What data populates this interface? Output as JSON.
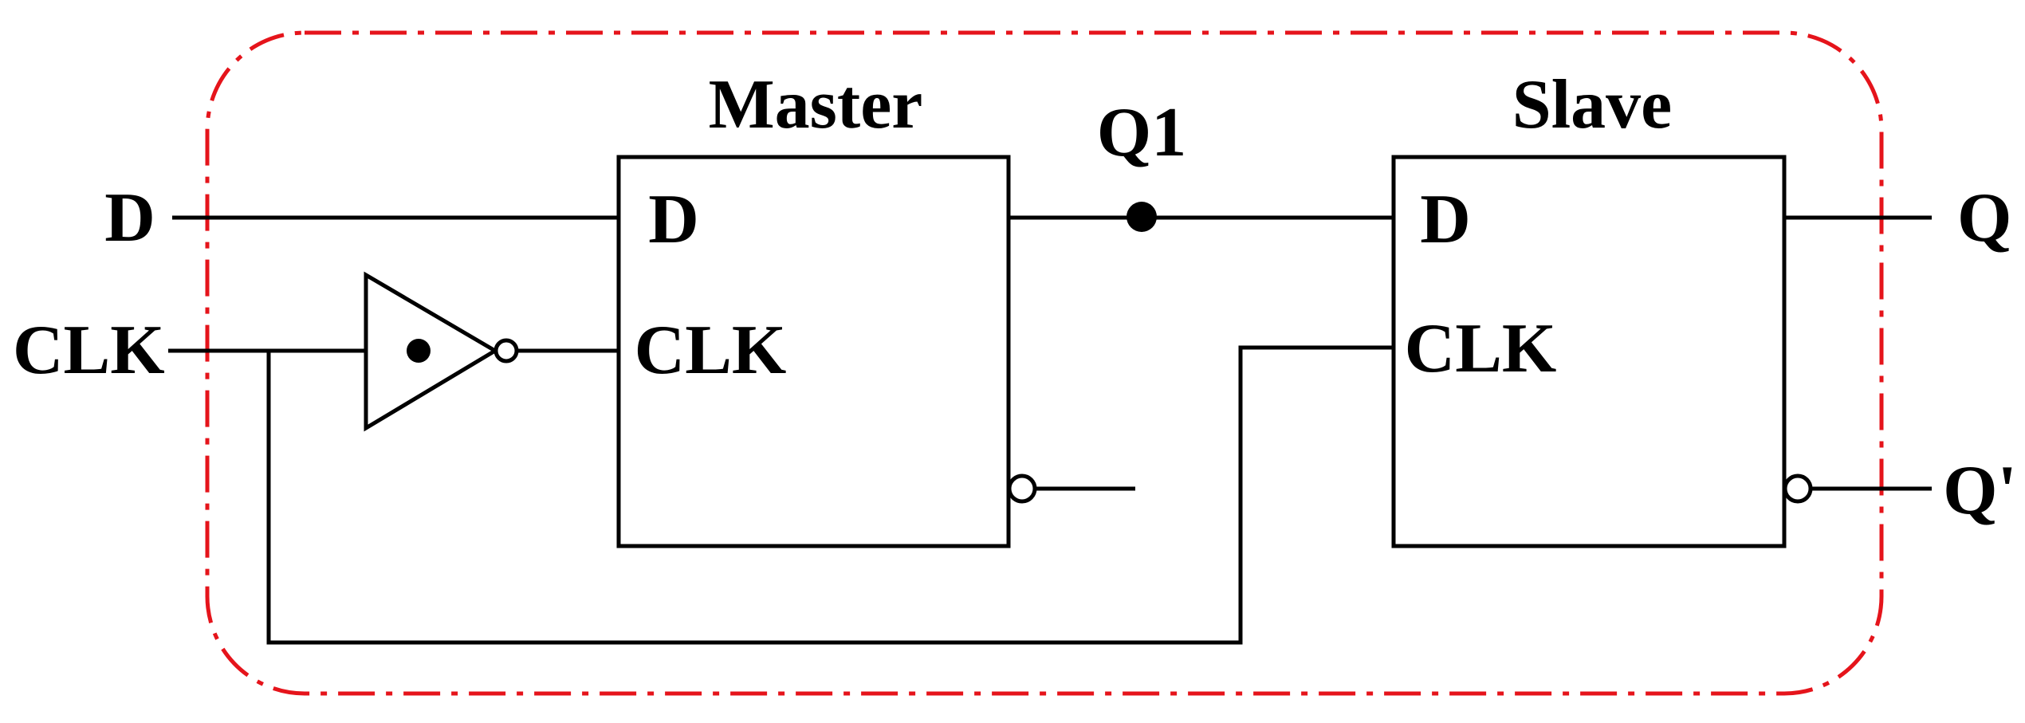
{
  "colors": {
    "line": "#000000",
    "boundary": "#e5141b",
    "background": "#ffffff"
  },
  "inputs": {
    "d": "D",
    "clk": "CLK"
  },
  "master": {
    "title": "Master",
    "pin_d": "D",
    "pin_clk": "CLK"
  },
  "slave": {
    "title": "Slave",
    "pin_d": "D",
    "pin_clk": "CLK"
  },
  "node": {
    "q1": "Q1"
  },
  "outputs": {
    "q": "Q",
    "q_bar": "Q'"
  }
}
